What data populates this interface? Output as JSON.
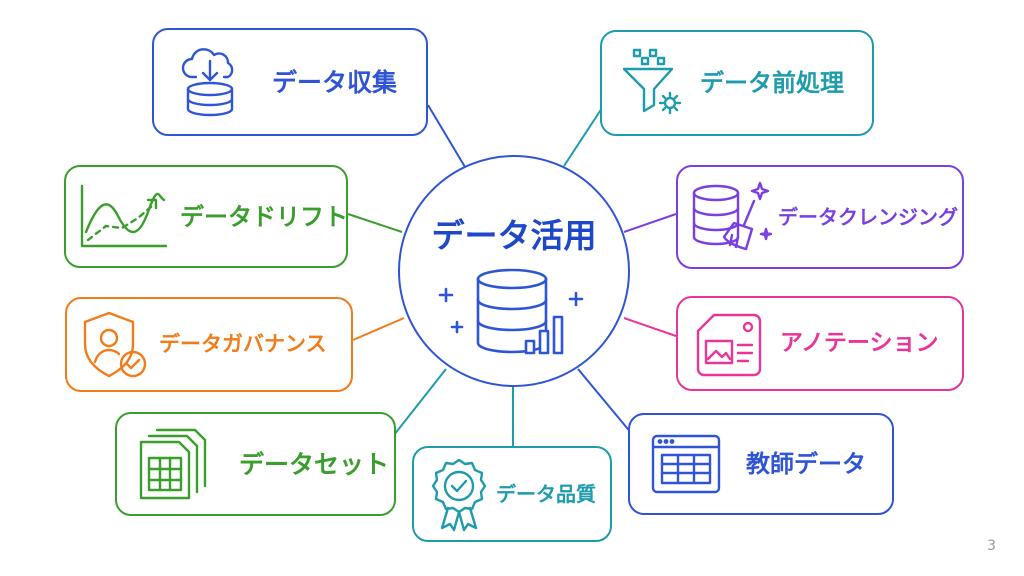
{
  "center": {
    "title": "データ活用",
    "icon": "database-chart-icon",
    "color": "#2f55d4"
  },
  "nodes": {
    "collection": {
      "label": "データ収集",
      "icon": "cloud-download-database-icon",
      "color": "#2f55d4"
    },
    "preprocessing": {
      "label": "データ前処理",
      "icon": "funnel-gear-icon",
      "color": "#1e9bad"
    },
    "drift": {
      "label": "データドリフト",
      "icon": "drift-chart-icon",
      "color": "#3a9e2c"
    },
    "cleansing": {
      "label": "データクレンジング",
      "icon": "database-broom-icon",
      "color": "#7a3fe0"
    },
    "governance": {
      "label": "データガバナンス",
      "icon": "shield-user-check-icon",
      "color": "#f07c1b"
    },
    "annotation": {
      "label": "アノテーション",
      "icon": "tag-image-icon",
      "color": "#e8359a"
    },
    "dataset": {
      "label": "データセット",
      "icon": "spreadsheet-files-icon",
      "color": "#3a9e2c"
    },
    "quality": {
      "label": "データ品質",
      "icon": "badge-check-icon",
      "color": "#1e9bad"
    },
    "training": {
      "label": "教師データ",
      "icon": "table-window-icon",
      "color": "#2f55d4"
    }
  },
  "page_number": "3"
}
